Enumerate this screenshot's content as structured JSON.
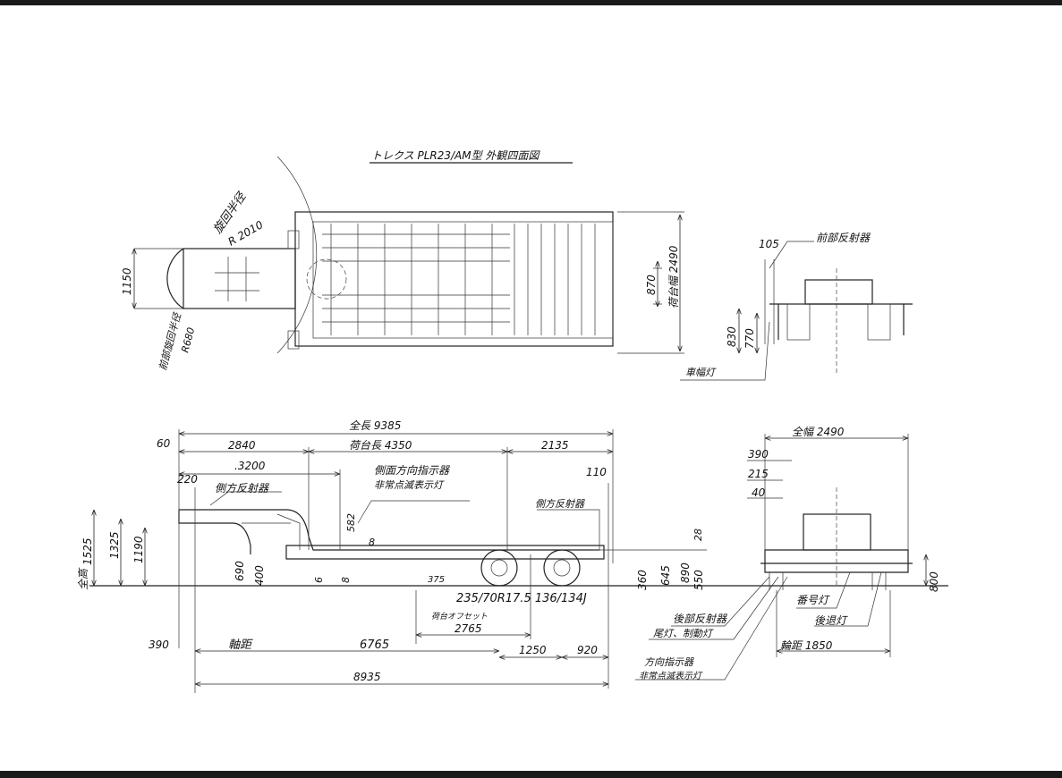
{
  "title": "トレクス PLR23/AM型 外観四面図",
  "top_view": {
    "turning_radius_label": "旋回半径",
    "turning_radius": "R 2010",
    "kingpin_width": "1150",
    "front_turning_radius_label": "前部旋回半径",
    "front_turning_radius": "R680",
    "inner_width": "870",
    "deck_width": "荷台幅 2490"
  },
  "front_view": {
    "offset": "105",
    "front_reflector": "前部反射器",
    "height_830": "830",
    "height_770": "770",
    "side_marker_lamp": "車幅灯"
  },
  "side_view": {
    "overall_length": "全長 9385",
    "front_overhang": "60",
    "gooseneck_length": "2840",
    "deck_length": "荷台長 4350",
    "rear_length": "2135",
    "kingpin_offset": ".3200",
    "rear_110": "110",
    "front_220": "220",
    "side_reflector_front": "側方反射器",
    "side_turn_signal": "側面方向指示器",
    "hazard_indicator": "非常点滅表示灯",
    "side_reflector_rear": "側方反射器",
    "overall_height_label": "全高",
    "overall_height": "1525",
    "height_1325": "1325",
    "height_1190": "1190",
    "height_690": "690",
    "height_400": "400",
    "height_582": "582",
    "dim_8a": "8",
    "dim_6": "6",
    "dim_8b": "8",
    "dim_28": "28",
    "height_890": "890",
    "height_645": "645",
    "height_360": "360",
    "height_550": "550",
    "dim_375": "375",
    "tire_spec": "235/70R17.5 136/134J",
    "deck_offset_label": "荷台オフセット",
    "deck_offset": "2765",
    "dim_390": "390",
    "wheelbase_label": "軸距",
    "wheelbase": "6765",
    "axle_spread": "1250",
    "rear_overhang": "920",
    "total_8935": "8935"
  },
  "rear_view": {
    "overall_width": "全幅 2490",
    "dim_390": "390",
    "dim_215": "215",
    "dim_40": "40",
    "height_800": "800",
    "license_lamp": "番号灯",
    "reverse_lamp": "後退灯",
    "rear_reflector": "後部反射器",
    "tail_brake_lamp": "尾灯、制動灯",
    "track_width": "輪距 1850",
    "turn_signal": "方向指示器",
    "hazard_indicator": "非常点滅表示灯"
  }
}
